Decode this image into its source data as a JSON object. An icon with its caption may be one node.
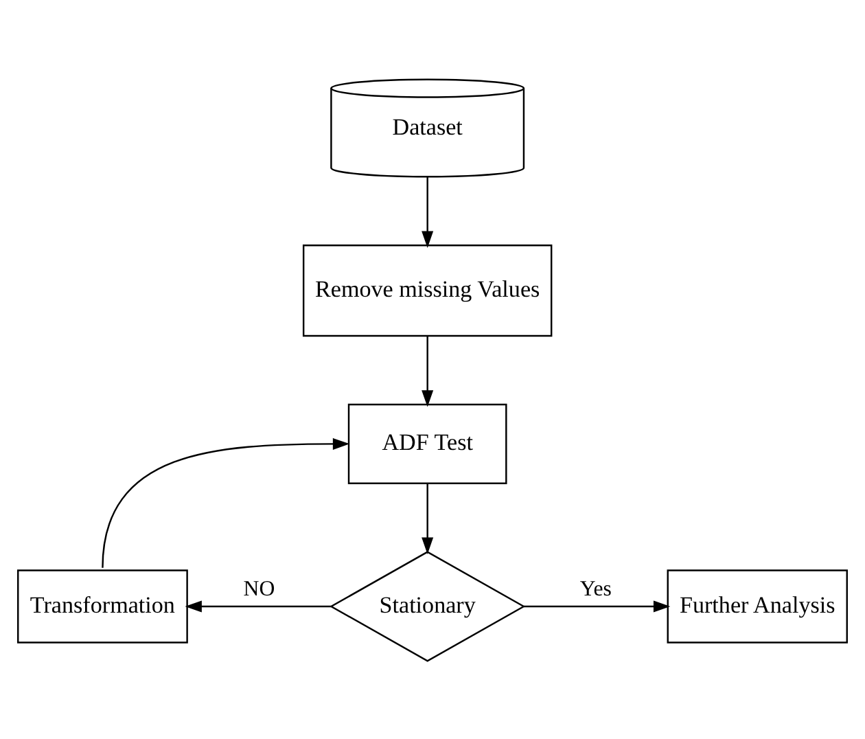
{
  "diagram": {
    "nodes": [
      {
        "text": [
          "Dataset"
        ]
      },
      {
        "text": [
          "Remove missing Values"
        ]
      },
      {
        "text": [
          "ADF Test"
        ]
      },
      {
        "text": [
          "Stationary"
        ]
      },
      {
        "text": [
          "Transformation"
        ]
      },
      {
        "text": [
          "Further Analysis"
        ]
      }
    ],
    "edges": [
      {
        "from": 0,
        "to": 1,
        "arrow": "to"
      },
      {
        "from": 1,
        "to": 2,
        "arrow": "to"
      },
      {
        "from": 2,
        "to": 3,
        "arrow": "to"
      },
      {
        "from": 3,
        "to": 4,
        "arrow": "to",
        "label": "NO"
      },
      {
        "from": 3,
        "to": 5,
        "arrow": "to",
        "label": "Yes"
      },
      {
        "from": 4,
        "to": 2,
        "arrow": "to"
      }
    ]
  }
}
